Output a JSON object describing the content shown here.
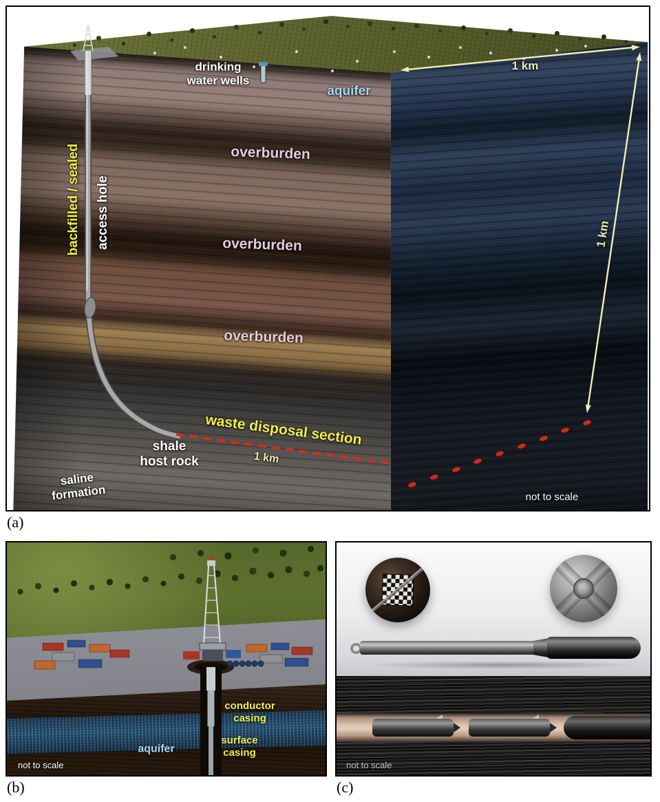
{
  "figure": {
    "captions": {
      "a": "(a)",
      "b": "(b)",
      "c": "(c)"
    },
    "colors": {
      "label_yellow": "#f0ee4e",
      "label_blue": "#a7d8f0",
      "label_pink": "#e2cbdc",
      "label_cream": "#ece9b4",
      "label_white": "#ffffff",
      "disposal_red": "#cf2f1c",
      "grass_green": "#5a612c"
    },
    "panel_a": {
      "labels": {
        "drinking_water_wells": "drinking\nwater wells",
        "aquifer": "aquifer",
        "scale_top": "1 km",
        "scale_depth": "1 km",
        "overburden_1": "overburden",
        "overburden_2": "overburden",
        "overburden_3": "overburden",
        "backfilled_sealed": "backfilled / sealed",
        "access_hole": "access hole",
        "waste_disposal_section": "waste disposal section",
        "scale_disposal": "1 km",
        "shale_host_rock": "shale\nhost rock",
        "saline_formation": "saline\nformation",
        "not_to_scale": "not to scale"
      }
    },
    "panel_b": {
      "labels": {
        "conductor_casing": "conductor\ncasing",
        "surface_casing": "surface\ncasing",
        "aquifer": "aquifer",
        "not_to_scale": "not to scale"
      }
    },
    "panel_c": {
      "labels": {
        "not_to_scale": "not to scale"
      }
    }
  }
}
